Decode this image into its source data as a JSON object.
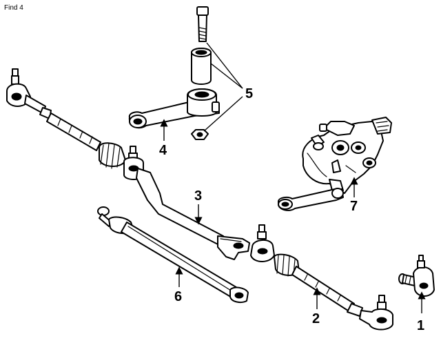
{
  "header": {
    "find_label": "Find 4"
  },
  "callouts": {
    "c1": "1",
    "c2": "2",
    "c3": "3",
    "c4": "4",
    "c5": "5",
    "c6": "6",
    "c7": "7"
  }
}
